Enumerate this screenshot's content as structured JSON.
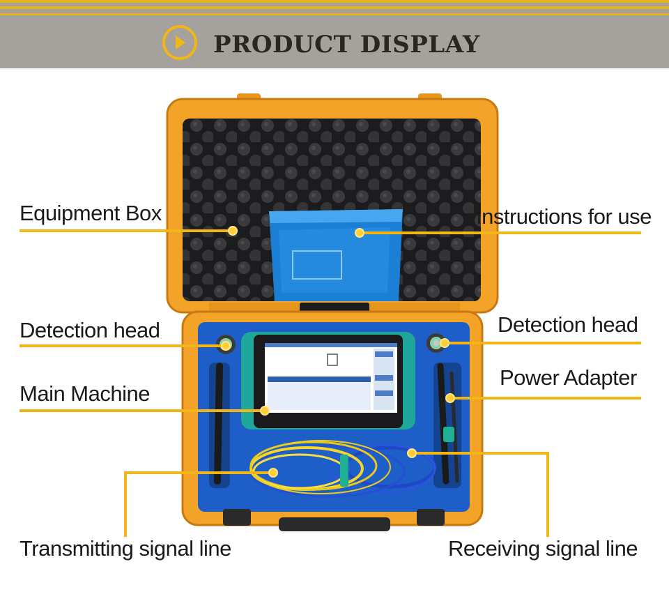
{
  "header": {
    "title": "PRODUCT DISPLAY",
    "icon": "chevron-right-icon",
    "accent_color": "#f2b616"
  },
  "labels": {
    "equipment_box": "Equipment Box",
    "instructions": "Instructions for use",
    "detection_head_left": "Detection head",
    "detection_head_right": "Detection head",
    "main_machine": "Main Machine",
    "power_adapter": "Power Adapter",
    "transmitting_line": "Transmitting signal line",
    "receiving_line": "Receiving signal line"
  }
}
